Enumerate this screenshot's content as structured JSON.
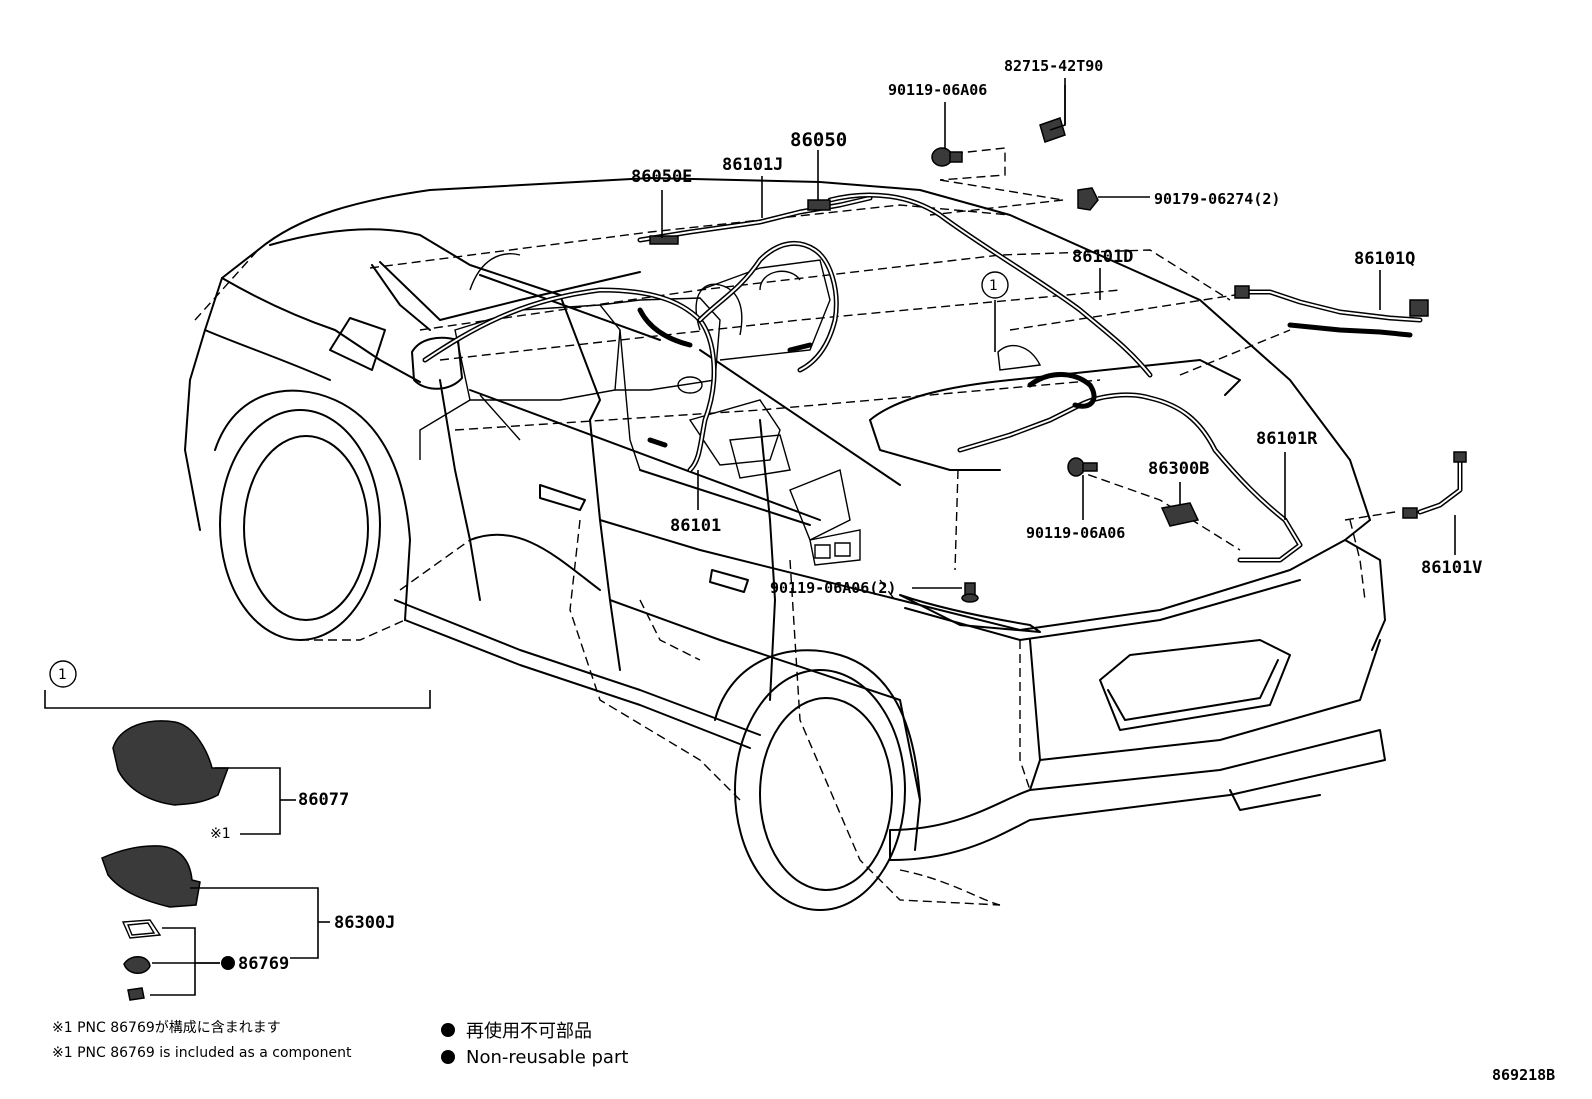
{
  "labels": {
    "p82715": "82715-42T90",
    "p90119_top": "90119-06A06",
    "p86050": "86050",
    "p86050E": "86050E",
    "p86101J": "86101J",
    "p90179": "90179-06274(2)",
    "p86101D": "86101D",
    "p86101Q": "86101Q",
    "p86101R": "86101R",
    "p86300B": "86300B",
    "p90119_mid": "90119-06A06",
    "p86101": "86101",
    "p90119_2": "90119-06A06(2)",
    "p86101V": "86101V",
    "p86077": "86077",
    "p86300J": "86300J",
    "p86769": "86769",
    "ref1": "※1",
    "circle1": "1"
  },
  "notes": {
    "jp": "※1 PNC 86769が構成に含まれます",
    "en": "※1 PNC 86769 is included as a component"
  },
  "legend": {
    "jp": "再使用不可部品",
    "en": "Non-reusable part"
  },
  "diagram_code": "869218B"
}
